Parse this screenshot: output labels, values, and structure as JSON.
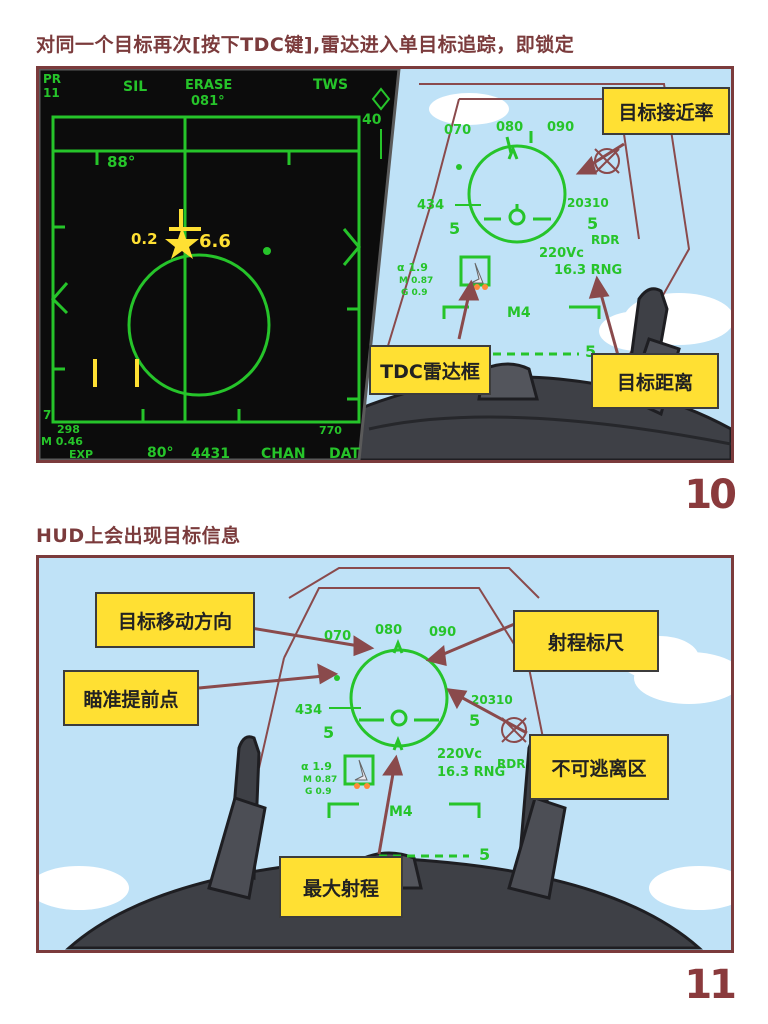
{
  "panel10": {
    "caption": "对同一个目标再次[按下TDC键],雷达进入单目标追踪，即锁定",
    "number": "10",
    "radar": {
      "pr": "PR",
      "pr_num": "11",
      "sil": "SIL",
      "erase": "ERASE",
      "erase_val": "081°",
      "tws": "TWS",
      "range": "40",
      "heading": "88°",
      "left_val": "0.2",
      "right_val": "6.6",
      "bottom_left_num": "7",
      "num_298": "298",
      "num_046": "M 0.46",
      "exp": "EXP",
      "deg80": "80°",
      "n4431": "4431",
      "chan": "CHAN",
      "dat": "DAT",
      "n770": "770"
    },
    "callouts": {
      "closure": "目标接近率",
      "tdc_box": "TDC雷达框",
      "distance": "目标距离"
    }
  },
  "panel11": {
    "caption": "HUD上会出现目标信息",
    "number": "11",
    "callouts": {
      "target_dir": "目标移动方向",
      "aim_point": "瞄准提前点",
      "range_scale": "射程标尺",
      "no_escape": "不可逃离区",
      "max_range": "最大射程"
    }
  },
  "hud": {
    "hdg_070": "070",
    "hdg_080": "080",
    "hdg_090": "090",
    "speed": "434",
    "alt": "20310",
    "five": "5",
    "vc": "220Vc",
    "rdr": "RDR",
    "rng": "16.3 RNG",
    "alpha": "α 1.9",
    "mach": "M 0.87",
    "g": "G 0.9",
    "m4": "M4"
  },
  "colors": {
    "hud_green": "#26c42a",
    "frame": "#7b3b3c",
    "callout_bg": "#ffe033",
    "sky": "#bfe2f7",
    "radar_bg": "#0c0c0c",
    "radar_yellow": "#ffe033"
  }
}
